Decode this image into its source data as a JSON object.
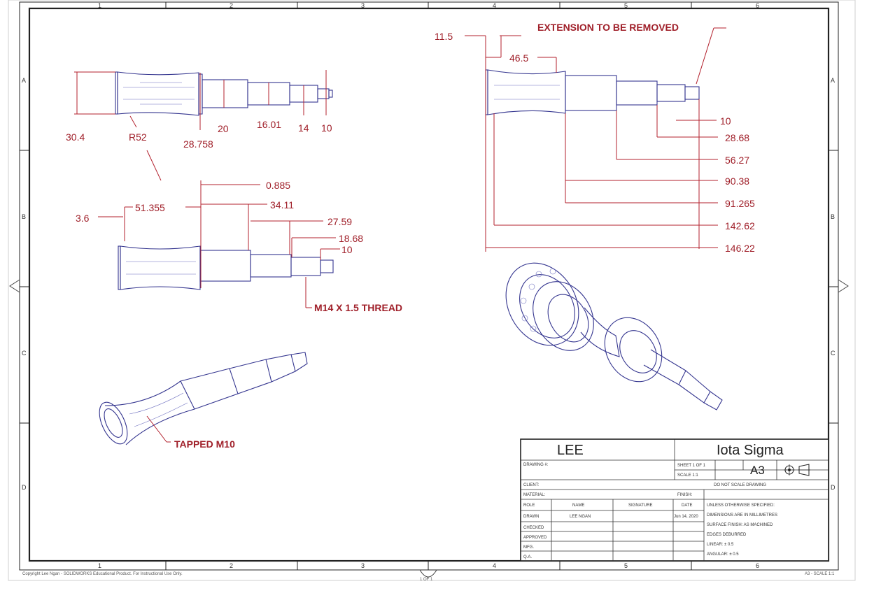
{
  "sheet": {
    "zone_columns": [
      "1",
      "2",
      "3",
      "4",
      "5",
      "6"
    ],
    "zone_rows": [
      "A",
      "B",
      "C",
      "D"
    ],
    "size": "A3"
  },
  "view_top_left": {
    "dims": [
      "30.4",
      "R52",
      "28.758",
      "20",
      "16.01",
      "14",
      "10"
    ]
  },
  "view_mid_left": {
    "dims": [
      "0.885",
      "3.6",
      "51.355",
      "34.11",
      "27.59",
      "18.68",
      "10"
    ],
    "thread_note": "M14 X 1.5 THREAD"
  },
  "view_iso_left": {
    "tapped_note": "TAPPED M10"
  },
  "view_top_right": {
    "dims_top": [
      "11.5",
      "46.5"
    ],
    "extension_note": "EXTENSION TO BE REMOVED",
    "dims_right": [
      "10",
      "28.68",
      "56.27",
      "90.38",
      "91.265",
      "142.62",
      "146.22"
    ]
  },
  "title_block": {
    "name": "LEE",
    "company": "Iota Sigma",
    "size": "A3",
    "drawing_label": "DRAWING #:",
    "client_label": "CLIENT:",
    "material_label": "MATERIAL:",
    "finish_label": "FINISH:",
    "do_not_scale": "DO NOT SCALE DRAWING",
    "sheet_label": "SHEET 1 OF 1",
    "scale_label": "SCALE 1:1",
    "rows": [
      {
        "role": "ROLE",
        "name": "NAME",
        "signature": "SIGNATURE",
        "date": "DATE"
      },
      {
        "role": "DRAWN",
        "name": "LEE NGAN",
        "signature": "",
        "date": "Jun 14, 2020"
      },
      {
        "role": "CHECKED",
        "name": "",
        "signature": "",
        "date": ""
      },
      {
        "role": "APPROVED",
        "name": "",
        "signature": "",
        "date": ""
      },
      {
        "role": "MFG.",
        "name": "",
        "signature": "",
        "date": ""
      },
      {
        "role": "Q.A.",
        "name": "",
        "signature": "",
        "date": ""
      }
    ],
    "notes": [
      "UNLESS OTHERWISE SPECIFIED:",
      "DIMENSIONS ARE IN MILLIMETRES",
      "SURFACE FINISH: AS MACHINED",
      "EDGES DEBURRED",
      "LINEAR: ± 0.5",
      "ANGULAR: ± 0.5"
    ]
  },
  "footer": {
    "left": "Copyright Lee Ngan - SOLIDWORKS Educational Product. For Instructional Use Only.",
    "center": "1 OF 1",
    "right": "A3 - SCALE 1:1"
  }
}
